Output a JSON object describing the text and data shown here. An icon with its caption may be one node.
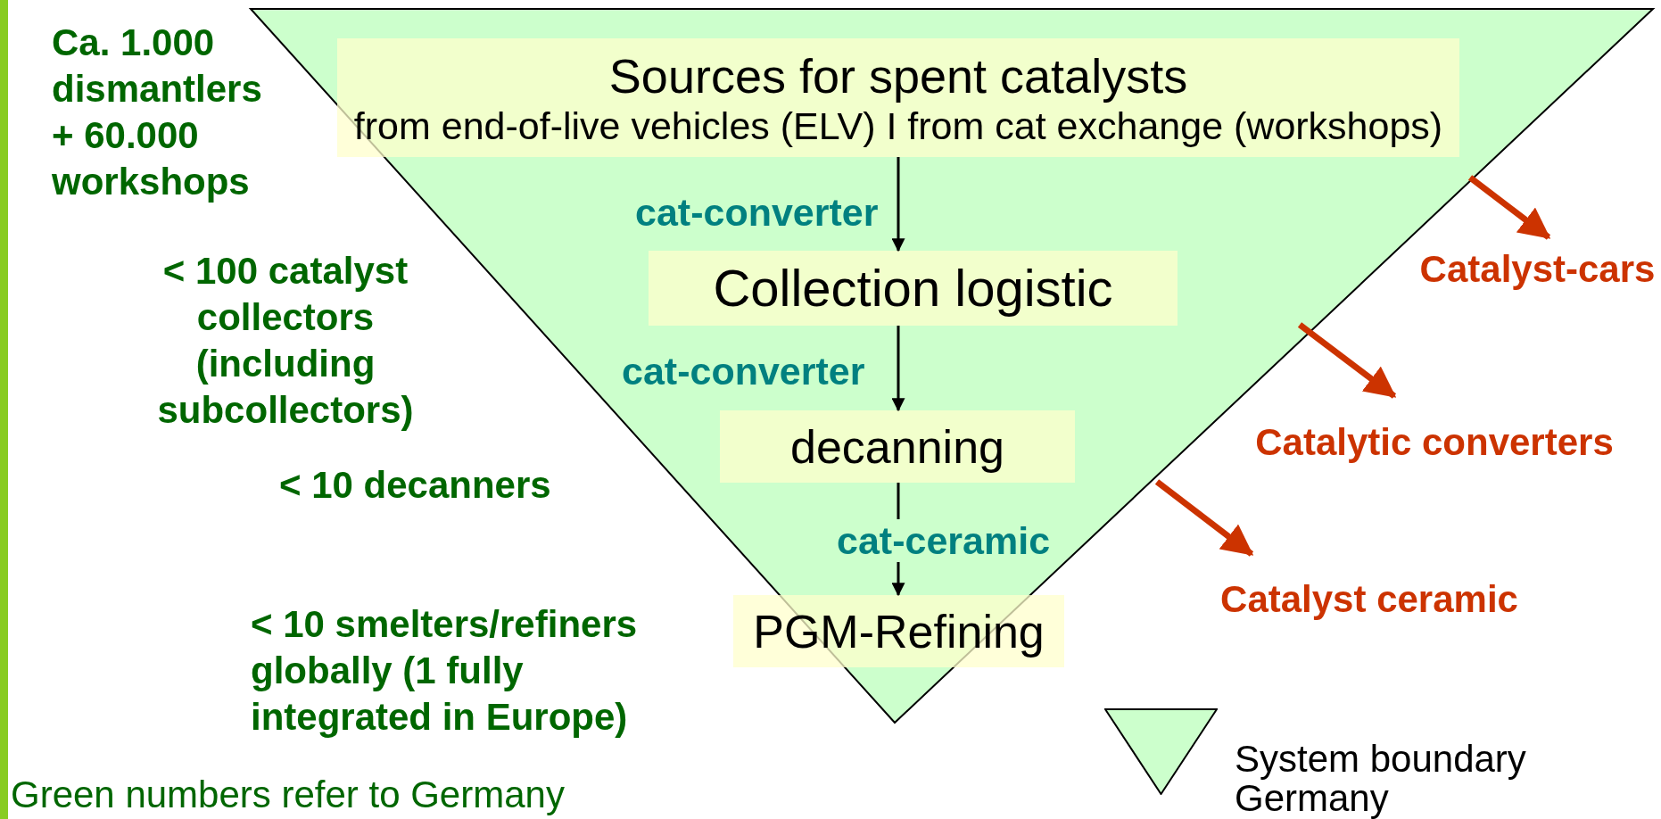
{
  "diagram": {
    "nodes": [
      {
        "text": [
          "Sources for spent catalysts",
          "from end-of-live vehicles (ELV) I from cat exchange (workshops)"
        ]
      },
      {
        "text": [
          "Collection logistic"
        ]
      },
      {
        "text": [
          "decanning"
        ]
      },
      {
        "text": [
          "PGM-Refining"
        ]
      },
      {
        "text": [
          "Catalyst-cars"
        ]
      },
      {
        "text": [
          "Catalytic converters"
        ]
      },
      {
        "text": [
          "Catalyst ceramic"
        ]
      }
    ],
    "edges": [
      {
        "from": 0,
        "to": 1,
        "arrow": "to",
        "label": "cat-converter"
      },
      {
        "from": 1,
        "to": 2,
        "arrow": "to",
        "label": "cat-converter"
      },
      {
        "from": 2,
        "to": 3,
        "arrow": "to",
        "label": "cat-ceramic"
      },
      {
        "from": null,
        "to": 4,
        "arrow": "to",
        "style": "thick",
        "color": "#cc3300"
      },
      {
        "from": null,
        "to": 5,
        "arrow": "to",
        "style": "thick",
        "color": "#cc3300"
      },
      {
        "from": null,
        "to": 6,
        "arrow": "to",
        "style": "thick",
        "color": "#cc3300"
      }
    ],
    "labels": [
      "Ca. 1.000 dismantlers + 60.000 workshops",
      "< 100 catalyst collectors (including subcollectors)",
      "< 10 decanners",
      "< 10 smelters/refiners globally (1 fully integrated in Europe)",
      "Green numbers refer to Germany"
    ],
    "legend": [
      {
        "text": "System boundary Germany"
      }
    ]
  }
}
